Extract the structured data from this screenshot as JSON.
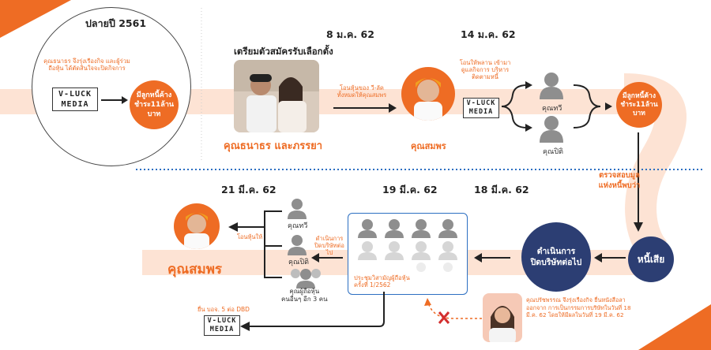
{
  "colors": {
    "accent": "#ee6c24",
    "navy": "#2c3e73",
    "band": "#fde3d4",
    "pale": "#fbd2bd"
  },
  "top_left": {
    "year_label": "ปลายปี 2561",
    "note": "คุณธนาธร จึงรุ่งเรืองกิจ และผู้ร่วมถือหุ้น ได้ตัดสินใจจะปิดกิจการ",
    "vluck_line1": "V-LUCK",
    "vluck_line2": "MEDIA",
    "debt_line1": "มีลูกหนี้ค้าง",
    "debt_line2": "ชำระ11ล้านบาท"
  },
  "prep": {
    "title": "เตรียมตัวสมัครรับเลือกตั้ง",
    "caption": "คุณธนาธร และภรรยา",
    "transfer_note": "โอนหุ้นของ วี-ลัค ทั้งหมดให้คุณสมพร"
  },
  "d1": {
    "date": "8 ม.ค. 62",
    "caption": "คุณสมพร"
  },
  "d2": {
    "date": "14 ม.ค. 62",
    "note": "โอนให้พลาน เข้ามาดูแลกิจการ บริหารติดตามหนี้",
    "vluck_line1": "V-LUCK",
    "vluck_line2": "MEDIA",
    "person1": "คุณทวี",
    "person2": "คุณปิติ",
    "debt_line1": "มีลูกหนี้ค้าง",
    "debt_line2": "ชำระ11ล้านบาท"
  },
  "check": {
    "line1": "ตรวจสอบมูล",
    "line2": "แห่งหนี้พบว่า"
  },
  "bad_debt": "หนี้เสีย",
  "close": {
    "line1": "ดำเนินการ",
    "line2": "ปิดบริษัทต่อไป"
  },
  "dates_bottom": {
    "d18": "18 มี.ค. 62",
    "d19": "19 มี.ค. 62",
    "d21": "21 มี.ค. 62"
  },
  "meeting_note": "ประชุมวิสามัญผู้ถือหุ้น ครั้งที่ 1/2562",
  "bottom_people": {
    "p1": "คุณทวี",
    "p2": "คุณปิติ",
    "p3_line1": "คุณผู้ถือหุ้น",
    "p3_line2": "คนอื่นๆ อีก 3 คน"
  },
  "notes_left": {
    "transfer": "โอนหุ้นให้",
    "continue": "ดำเนินการ ปิดบริษัทต่อไป"
  },
  "final": {
    "caption": "คุณสมพร",
    "file_note": "ยื่น บอจ. 5 ต่อ DBD",
    "vluck_line1": "V-LUCK",
    "vluck_line2": "MEDIA"
  },
  "footnote": "คุณปรัชพรรณ จึงรุ่งเรืองกิจ ยื่นหนังสือลาออกจาก การเป็นกรรมการบริษัทในวันที่ 18 มี.ค. 62 โดยให้มีผลในวันที่ 19 มี.ค. 62"
}
